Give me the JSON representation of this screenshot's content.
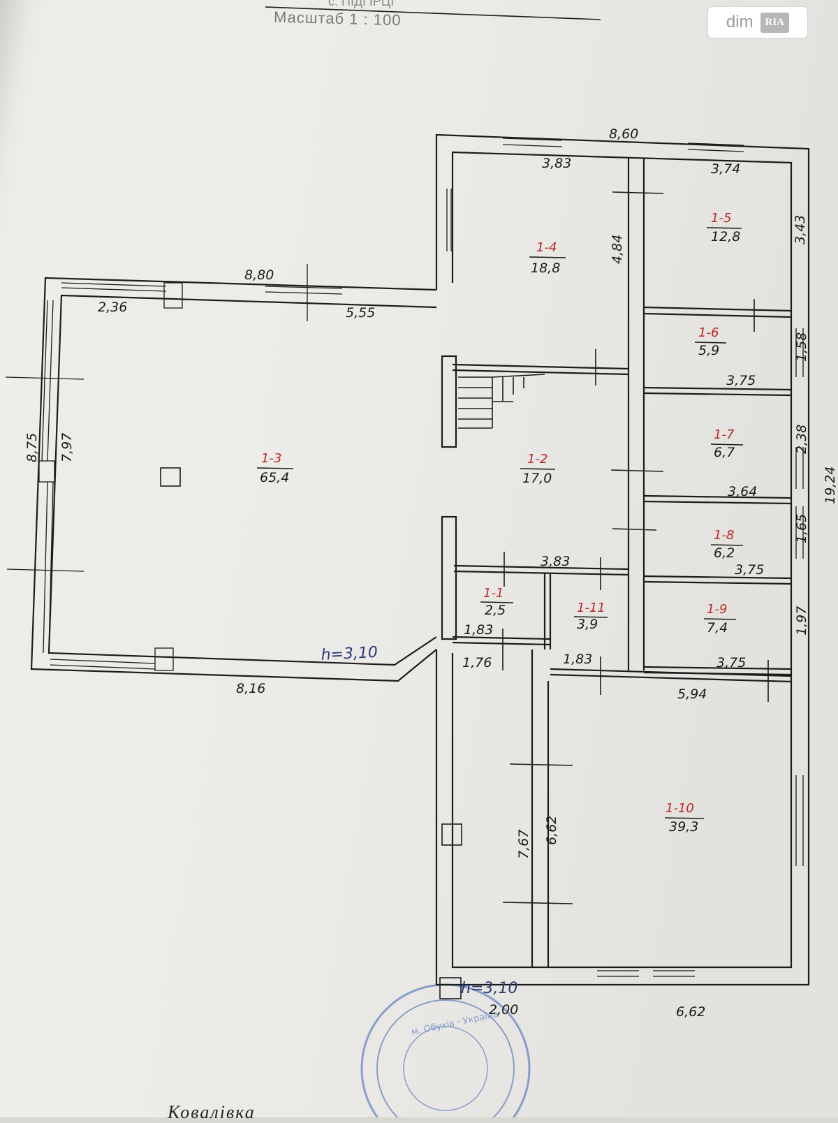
{
  "header": {
    "title_fragment": "с. ПІДГІРЦІ",
    "scale": "Масштаб 1 : 100"
  },
  "watermark": {
    "brand": "dim",
    "badge": "RIA"
  },
  "rooms": [
    {
      "code": "1-1",
      "area": "2,5"
    },
    {
      "code": "1-2",
      "area": "17,0"
    },
    {
      "code": "1-3",
      "area": "65,4"
    },
    {
      "code": "1-4",
      "area": "18,8"
    },
    {
      "code": "1-5",
      "area": "12,8"
    },
    {
      "code": "1-6",
      "area": "5,9"
    },
    {
      "code": "1-7",
      "area": "6,7"
    },
    {
      "code": "1-8",
      "area": "6,2"
    },
    {
      "code": "1-9",
      "area": "7,4"
    },
    {
      "code": "1-10",
      "area": "39,3"
    },
    {
      "code": "1-11",
      "area": "3,9"
    }
  ],
  "dimensions": {
    "top_overall": "8,60",
    "room_1_4_width": "3,83",
    "room_1_5_width": "3,74",
    "room_1_4_depth": "4,84",
    "room_1_5_depth": "3,43",
    "wing_top": "8,80",
    "wing_top_left": "2,36",
    "wing_top_right": "5,55",
    "left_outer": "8,75",
    "left_inner": "7,97",
    "room_1_6_depth": "1,58",
    "room_1_6_width": "3,75",
    "room_1_7_depth": "2,38",
    "room_1_7_width": "3,64",
    "right_overall": "19,24",
    "room_1_8_depth": "1,65",
    "room_1_8_width": "3,75",
    "corridor_width": "3,83",
    "room_1_9_depth": "1,97",
    "room_1_9_width": "3,75",
    "hall_1_1_width": "1,83",
    "hall_1_1_lower": "1,76",
    "room_1_11_width": "1,83",
    "room_1_10_top": "5,94",
    "wing_bottom": "8,16",
    "lower_left_height": "7,67",
    "room_1_10_height": "6,62",
    "bottom_left": "2,00",
    "bottom_right": "6,62"
  },
  "heights": {
    "upper": "h=3,10",
    "lower": "h=3,10"
  },
  "footer": {
    "text": "Ковалівка"
  }
}
